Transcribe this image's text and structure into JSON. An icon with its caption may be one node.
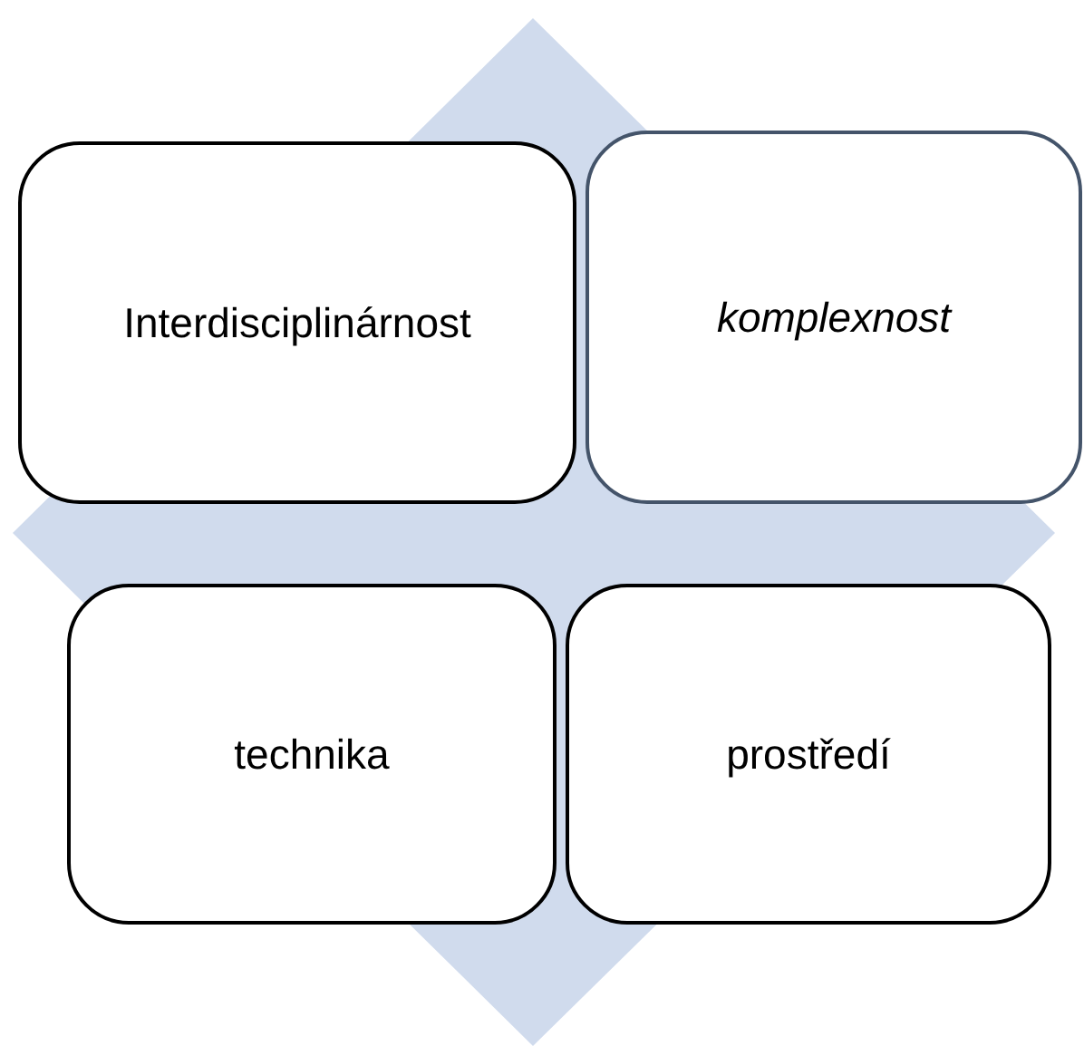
{
  "diagram": {
    "nodes": [
      {
        "text": [
          "Interdisciplinárnost"
        ]
      },
      {
        "text": [
          "komplexnost"
        ]
      },
      {
        "text": [
          "technika"
        ]
      },
      {
        "text": [
          "prostředí"
        ]
      }
    ]
  }
}
